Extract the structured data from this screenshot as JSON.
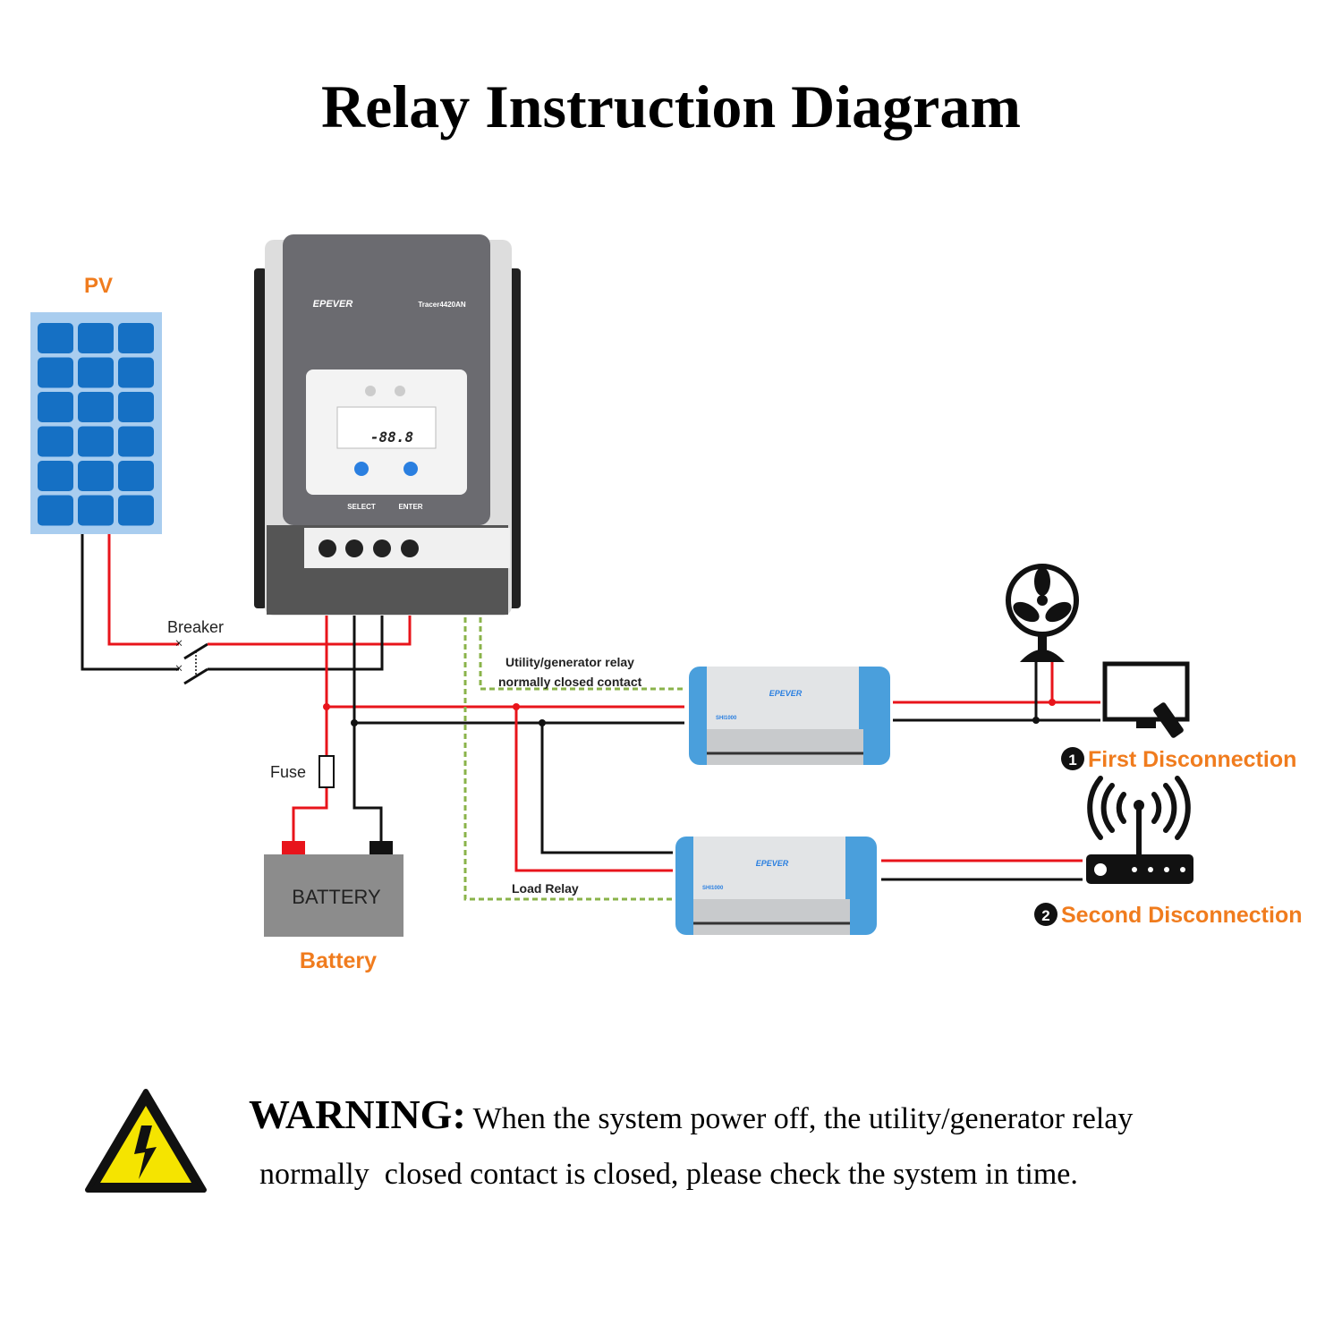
{
  "title": "Relay Instruction Diagram",
  "labels": {
    "pv": "PV",
    "breaker": "Breaker",
    "fuse": "Fuse",
    "battery_box": "BATTERY",
    "battery": "Battery",
    "utility_relay_line1": "Utility/generator relay",
    "utility_relay_line2": "normally closed contact",
    "load_relay": "Load Relay",
    "first_num": "1",
    "first_disconnection": "First Disconnection",
    "second_num": "2",
    "second_disconnection": "Second Disconnection"
  },
  "controller": {
    "brand": "EPEVER",
    "model": "Tracer4420AN",
    "display": "-88.8",
    "button_select": "SELECT",
    "button_enter": "ENTER"
  },
  "inverter": {
    "brand": "EPEVER",
    "model": "SHI1000"
  },
  "warning": {
    "heading": "WARNING:",
    "line1": "When the system power off, the utility/generator relay",
    "line2": "normally  closed contact is closed, please check the system in time."
  },
  "colors": {
    "accent_orange": "#f07c1e",
    "wire_red": "#e8141b",
    "wire_black": "#111111",
    "relay_green": "#8ab34a",
    "panel_blue": "#1570c4",
    "inverter_blue": "#4a9fdc"
  }
}
